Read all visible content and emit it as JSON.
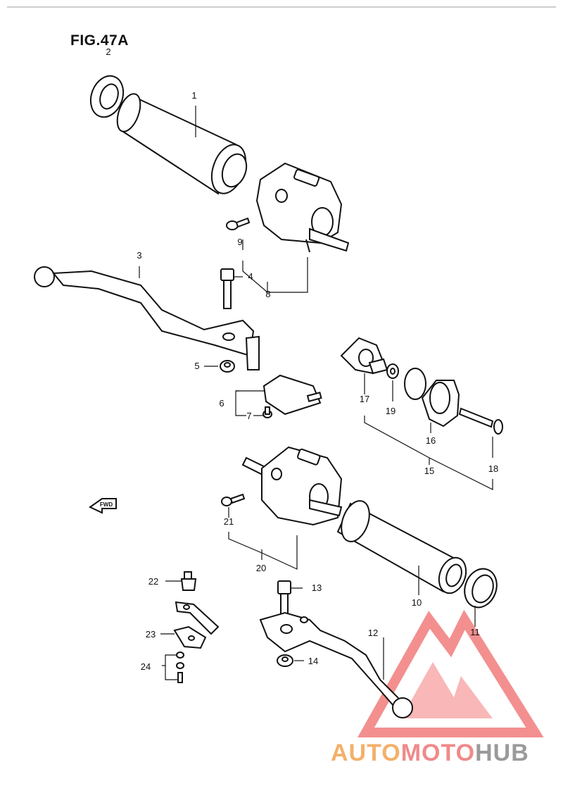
{
  "figure": {
    "title": "FIG.47A"
  },
  "parts": [
    {
      "id": "1",
      "label": "1"
    },
    {
      "id": "2",
      "label": "2"
    },
    {
      "id": "3",
      "label": "3"
    },
    {
      "id": "4",
      "label": "4"
    },
    {
      "id": "5",
      "label": "5"
    },
    {
      "id": "6",
      "label": "6"
    },
    {
      "id": "7",
      "label": "7"
    },
    {
      "id": "8",
      "label": "8"
    },
    {
      "id": "9",
      "label": "9"
    },
    {
      "id": "10",
      "label": "10"
    },
    {
      "id": "11",
      "label": "11"
    },
    {
      "id": "12",
      "label": "12"
    },
    {
      "id": "13",
      "label": "13"
    },
    {
      "id": "14",
      "label": "14"
    },
    {
      "id": "15",
      "label": "15"
    },
    {
      "id": "16",
      "label": "16"
    },
    {
      "id": "17",
      "label": "17"
    },
    {
      "id": "18",
      "label": "18"
    },
    {
      "id": "19",
      "label": "19"
    },
    {
      "id": "20",
      "label": "20"
    },
    {
      "id": "21",
      "label": "21"
    },
    {
      "id": "22",
      "label": "22"
    },
    {
      "id": "23",
      "label": "23"
    },
    {
      "id": "24",
      "label": "24"
    }
  ],
  "fwd_arrow": {
    "text": "FWD"
  },
  "watermark": {
    "part1": "AUTO",
    "part2": "MOTO",
    "part3": "HUB",
    "colors": {
      "auto": "#f4b06a",
      "moto": "#f08a8a",
      "hub": "#9a9a9a",
      "logo": "#f06a6a"
    }
  }
}
